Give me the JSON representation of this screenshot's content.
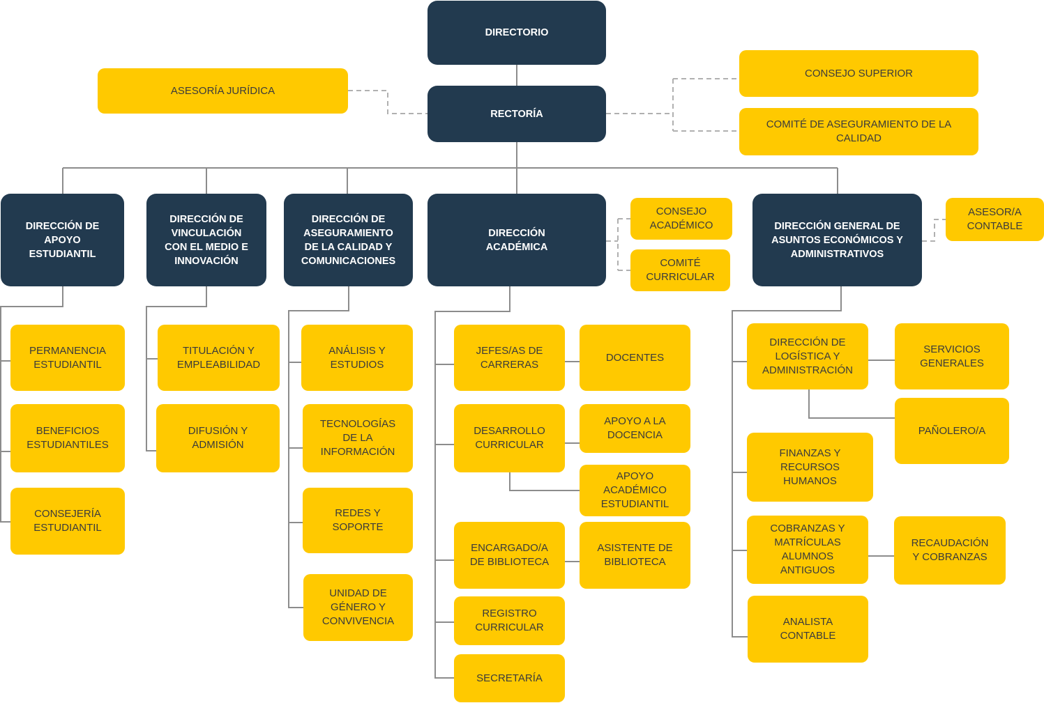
{
  "top": {
    "directorio": "DIRECTORIO",
    "rectoria": "RECTORÍA",
    "asesoria_juridica": "ASESORÍA JURÍDICA",
    "consejo_superior": "CONSEJO SUPERIOR",
    "comite_calidad": "COMITÉ DE ASEGURAMIENTO DE LA\nCALIDAD"
  },
  "directions": {
    "apoyo_estudiantil": "DIRECCIÓN DE\nAPOYO\nESTUDIANTIL",
    "vinculacion": "DIRECCIÓN DE\nVINCULACIÓN\nCON EL MEDIO E\nINNOVACIÓN",
    "aseguramiento": "DIRECCIÓN DE\nASEGURAMIENTO\nDE LA CALIDAD Y\nCOMUNICACIONES",
    "academica": "DIRECCIÓN\nACADÉMICA",
    "economicos": "DIRECCIÓN GENERAL DE\nASUNTOS  ECONÓMICOS Y\nADMINISTRATIVOS"
  },
  "side": {
    "consejo_academico": "CONSEJO\nACADÉMICO",
    "comite_curricular": "COMITÉ\nCURRICULAR",
    "asesor_contable": "ASESOR/A\nCONTABLE"
  },
  "units": {
    "permanencia": "PERMANENCIA\nESTUDIANTIL",
    "beneficios": "BENEFICIOS\nESTUDIANTILES",
    "consejeria": "CONSEJERÍA\nESTUDIANTIL",
    "titulacion": "TITULACIÓN Y\nEMPLEABILIDAD",
    "difusion": "DIFUSIÓN Y\nADMISIÓN",
    "analisis": "ANÁLISIS  Y\nESTUDIOS",
    "tecnologias": "TECNOLOGÍAS\nDE LA\nINFORMACIÓN",
    "redes": "REDES Y\nSOPORTE",
    "genero": "UNIDAD DE\nGÉNERO Y\nCONVIVENCIA",
    "jefes": "JEFES/AS DE\nCARRERAS",
    "docentes": "DOCENTES",
    "desarrollo": "DESARROLLO\nCURRICULAR",
    "apoyo_docencia": "APOYO  A LA\nDOCENCIA",
    "apoyo_academico": "APOYO\nACADÉMICO\nESTUDIANTIL",
    "encargado_biblioteca": "ENCARGADO/A\nDE BIBLIOTECA",
    "asistente_biblioteca": "ASISTENTE DE\nBIBLIOTECA",
    "registro": "REGISTRO\nCURRICULAR",
    "secretaria": "SECRETARÍA",
    "logistica": "DIRECCIÓN DE\nLOGÍSTICA Y\nADMINISTRACIÓN",
    "servicios": "SERVICIOS\nGENERALES",
    "panolero": "PAÑOLERO/A",
    "finanzas": "FINANZAS Y\nRECURSOS\nHUMANOS",
    "cobranzas": "COBRANZAS Y\nMATRÍCULAS\nALUMNOS\nANTIGUOS",
    "recaudacion": "RECAUDACIÓN\nY COBRANZAS",
    "analista": "ANALISTA\nCONTABLE"
  },
  "colors": {
    "dark": "#223a4f",
    "yellow": "#ffc900",
    "line": "#8c8c8c"
  }
}
